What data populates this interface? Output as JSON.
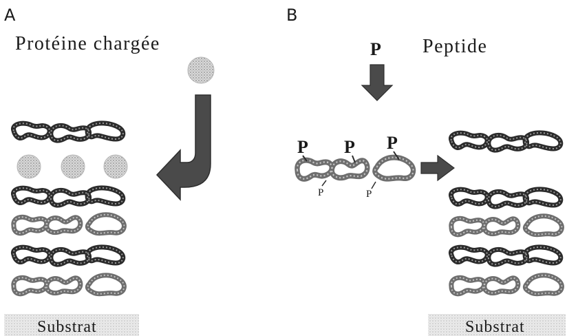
{
  "panel_a": {
    "letter": "A",
    "title": "Protéine chargée",
    "substrate_label": "Substrat"
  },
  "panel_b": {
    "letter": "B",
    "title": "Peptide",
    "peptide_symbol": "P",
    "bound_peptide_large": [
      "P",
      "P",
      "P"
    ],
    "bound_peptide_small": [
      "P",
      "P"
    ],
    "substrate_label": "Substrat"
  },
  "colors": {
    "dark_strand": "#2b2b2b",
    "light_strand": "#6e6e6e",
    "arrow": "#4a4a4a",
    "sphere": "#bdbdbd"
  }
}
